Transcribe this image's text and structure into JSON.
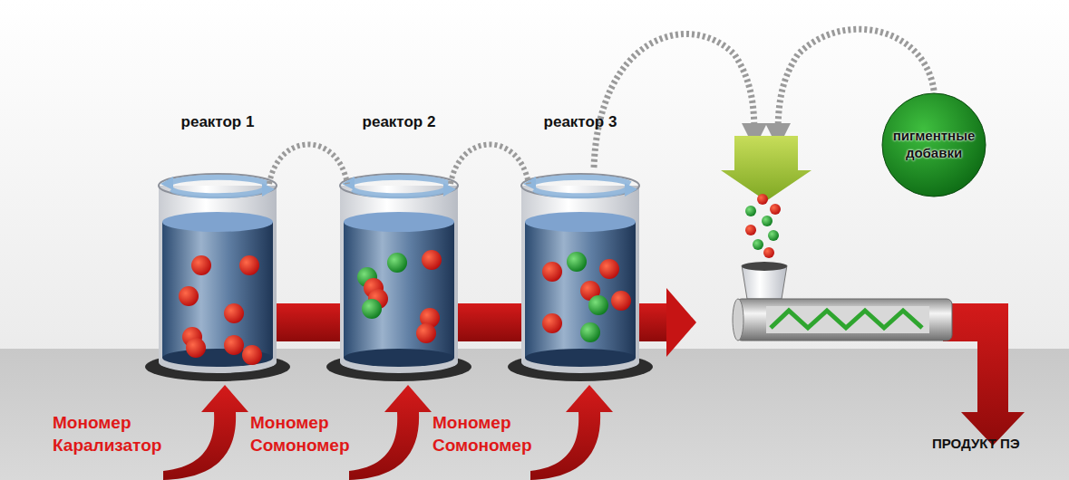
{
  "diagram": {
    "nodes": [
      {
        "text": [
          "реактор 1"
        ]
      },
      {
        "text": [
          "реактор 2"
        ]
      },
      {
        "text": [
          "реактор 3"
        ]
      },
      {
        "text": [
          "пигментные добавки"
        ]
      }
    ],
    "edges": [
      {
        "from": 0,
        "to": 1,
        "arrow": "none"
      },
      {
        "from": 1,
        "to": 2,
        "arrow": "none"
      }
    ],
    "labels": [
      "Мономер Карализатор",
      "Мономер Сомономер",
      "Мономер Сомономер",
      "ПРОДУКТ ПЭ"
    ]
  }
}
